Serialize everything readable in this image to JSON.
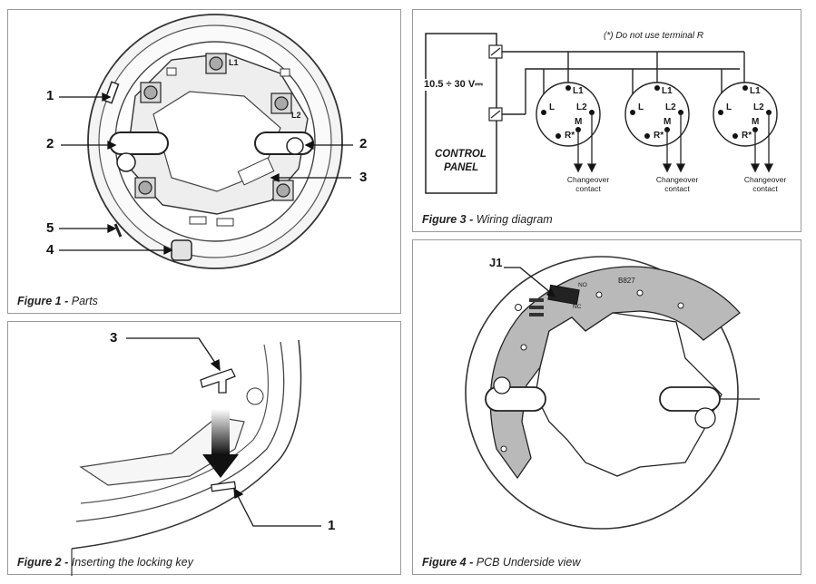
{
  "figure1": {
    "caption_number": "Figure 1 -",
    "caption_text": "Parts",
    "callouts": [
      "1",
      "2",
      "2",
      "3",
      "5",
      "4"
    ],
    "terminal_labels": [
      "L1",
      "L2"
    ]
  },
  "figure2": {
    "caption_number": "Figure 2 -",
    "caption_text": "Inserting the locking key",
    "callouts": [
      "3",
      "1"
    ]
  },
  "figure3": {
    "caption_number": "Figure 3 -",
    "caption_text": "Wiring diagram",
    "note": "(*) Do not use terminal R",
    "voltage": "10.5 ÷ 30 V⎓",
    "panel_label_line1": "CONTROL",
    "panel_label_line2": "PANEL",
    "bases": [
      {
        "L1": "L1",
        "L": "L",
        "L2": "L2",
        "M": "M",
        "R": "R*",
        "contact": "Changeover\ncontact"
      },
      {
        "L1": "L1",
        "L": "L",
        "L2": "L2",
        "M": "M",
        "R": "R*",
        "contact": "Changeover\ncontact"
      },
      {
        "L1": "L1",
        "L": "L",
        "L2": "L2",
        "M": "M",
        "R": "R*",
        "contact": "Changeover\ncontact"
      }
    ]
  },
  "figure4": {
    "caption_number": "Figure 4 -",
    "caption_text": "PCB  Underside view",
    "jumper_label": "J1",
    "pcb_code": "B827",
    "no_label": "NO",
    "nc_label": "NC"
  }
}
